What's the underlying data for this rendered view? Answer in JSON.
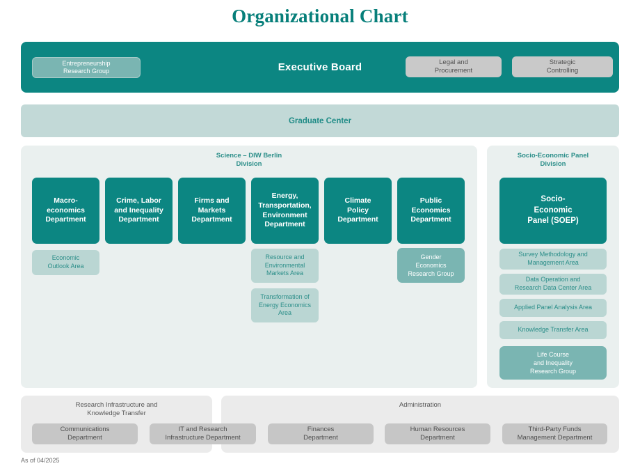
{
  "page": {
    "title": "Organizational Chart",
    "footer": "As of 04/2025"
  },
  "colors": {
    "teal": "#0c8682",
    "teal_medium": "#7ab5b2",
    "teal_light_bar": "#c2d9d7",
    "teal_pale_box": "#bad6d3",
    "panel_background": "#eaf0ef",
    "gray_box": "#c9c9c9",
    "gray_panel": "#ebebeb",
    "teal_text": "#2b8e89",
    "gray_text": "#565656",
    "title_text": "#077f7a"
  },
  "executive_board": {
    "label": "Executive Board",
    "research_group": "Entrepreneurship\nResearch Group",
    "staff_units": [
      {
        "label": "Legal and\nProcurement"
      },
      {
        "label": "Strategic\nControlling"
      }
    ]
  },
  "graduate_center": {
    "label": "Graduate Center"
  },
  "science_division": {
    "header": "Science – DIW Berlin\nDivision",
    "departments": [
      {
        "label": "Macro-\neconomics\nDepartment"
      },
      {
        "label": "Crime, Labor\nand Inequality\nDepartment"
      },
      {
        "label": "Firms and\nMarkets\nDepartment"
      },
      {
        "label": "Energy,\nTransportation,\nEnvironment\nDepartment"
      },
      {
        "label": "Climate\nPolicy\nDepartment"
      },
      {
        "label": "Public\nEconomics\nDepartment"
      }
    ],
    "areas": {
      "economic_outlook": "Economic\nOutlook Area",
      "resource_markets": "Resource and\nEnvironmental\nMarkets Area",
      "energy_transformation": "Transformation of\nEnergy Economics\nArea"
    },
    "research_groups": {
      "gender_economics": "Gender\nEconomics\nResearch Group"
    }
  },
  "soep_division": {
    "header": "Socio-Economic Panel\nDivision",
    "department": "Socio-\nEconomic\nPanel (SOEP)",
    "areas": [
      {
        "label": "Survey Methodology and\nManagement Area"
      },
      {
        "label": "Data Operation and\nResearch Data Center Area"
      },
      {
        "label": "Applied Panel Analysis Area"
      },
      {
        "label": "Knowledge Transfer Area"
      }
    ],
    "research_group": "Life Course\nand Inequality\nResearch Group"
  },
  "research_infrastructure": {
    "header": "Research Infrastructure and\nKnowledge Transfer",
    "departments": [
      {
        "label": "Communications\nDepartment"
      },
      {
        "label": "IT and Research\nInfrastructure Department"
      }
    ]
  },
  "administration": {
    "header": "Administration",
    "departments": [
      {
        "label": "Finances\nDepartment"
      },
      {
        "label": "Human Resources\nDepartment"
      },
      {
        "label": "Third-Party Funds\nManagement Department"
      }
    ]
  }
}
